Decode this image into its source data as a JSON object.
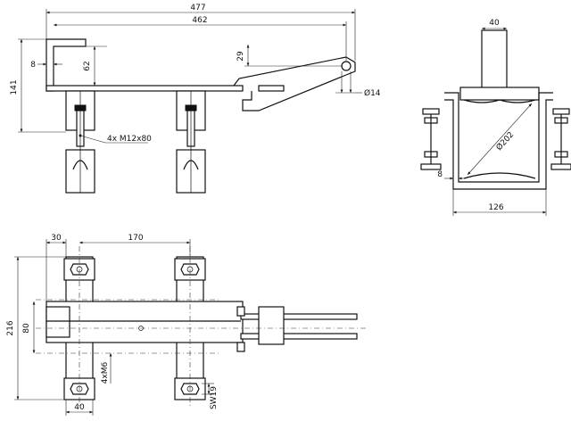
{
  "dimensions": {
    "overall_length": "477",
    "inner_length": "462",
    "height": "141",
    "thickness": "8",
    "depth_62": "62",
    "offset_29": "29",
    "hole_dia": "Ø14",
    "bolts_label": "4x M12x80",
    "clamp_width": "40",
    "clamp_span": "126",
    "pipe_dia": "Ø202",
    "clamp_thickness": "8",
    "edge_30": "30",
    "spacing_170": "170",
    "total_216": "216",
    "width_80": "80",
    "base_40": "40",
    "holes_m6": "4xM6",
    "wrench": "SW19"
  }
}
